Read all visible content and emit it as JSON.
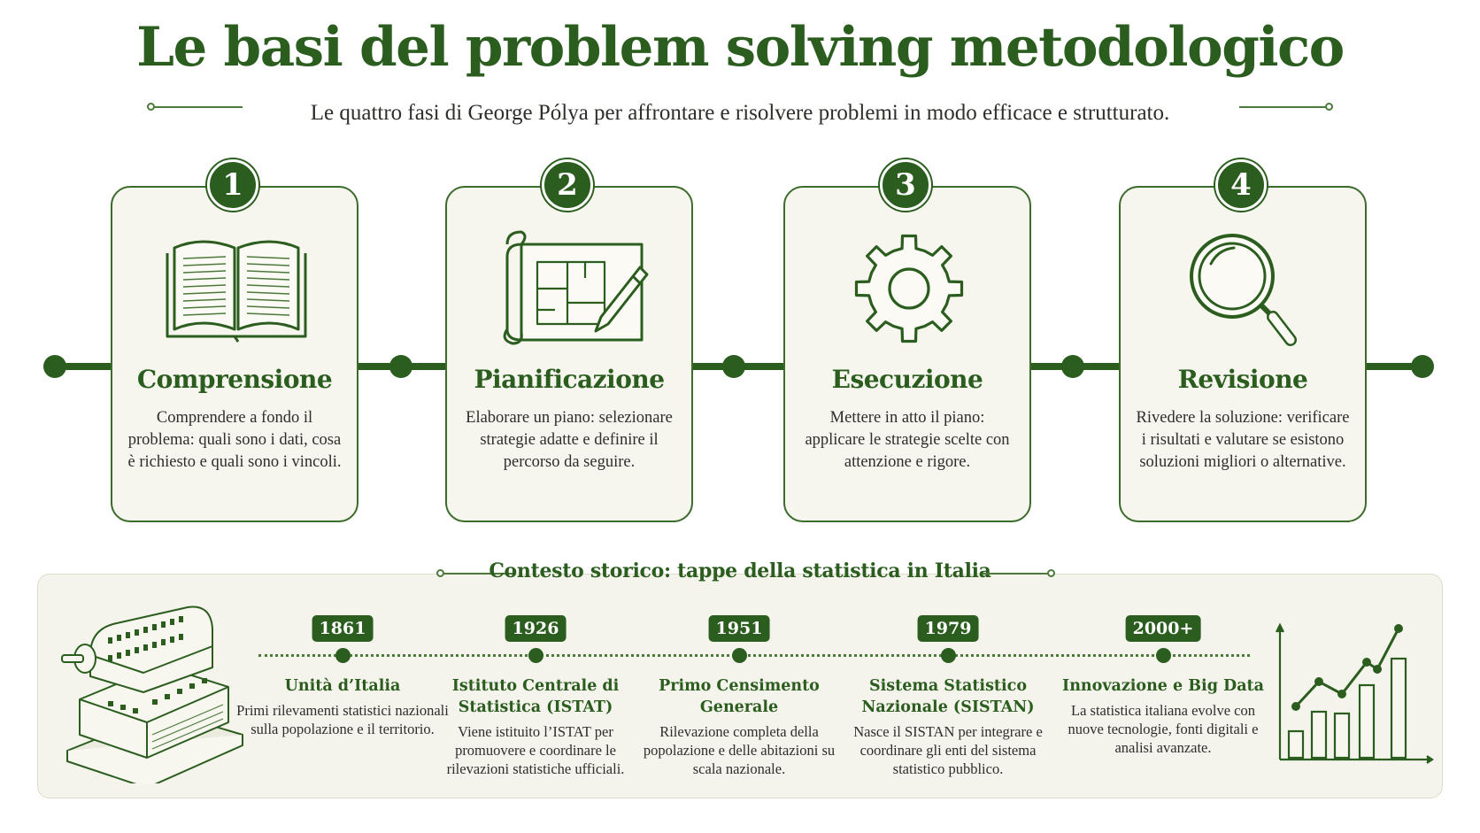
{
  "header": {
    "title": "Le basi del problem solving metodologico",
    "subtitle": "Le quattro fasi di George Pólya per affrontare e risolvere problemi in modo efficace e strutturato."
  },
  "phases": [
    {
      "number": "1",
      "icon": "open-book-icon",
      "title": "Comprensione",
      "text": "Comprendere a fondo il problema: quali sono i dati, cosa è richiesto e quali sono i vincoli."
    },
    {
      "number": "2",
      "icon": "blueprint-pencil-icon",
      "title": "Pianificazione",
      "text": "Elaborare un piano: selezionare strategie adatte e definire il percorso da seguire."
    },
    {
      "number": "3",
      "icon": "gear-icon",
      "title": "Esecuzione",
      "text": "Mettere in atto il piano: applicare le strategie scelte con attenzione e rigore."
    },
    {
      "number": "4",
      "icon": "magnifying-glass-icon",
      "title": "Revisione",
      "text": "Rivedere la soluzione: verificare i risultati e valutare se esistono soluzioni migliori o alternative."
    }
  ],
  "history": {
    "title": "Contesto storico: tappe della statistica in Italia",
    "left_icon": "calculating-machine-icon",
    "right_icon": "growth-chart-icon",
    "events": [
      {
        "year": "1861",
        "title": "Unità d’Italia",
        "text": "Primi rilevamenti statistici nazionali sulla popolazione e il territorio."
      },
      {
        "year": "1926",
        "title": "Istituto Centrale di Statistica (ISTAT)",
        "text": "Viene istituito l’ISTAT per promuovere e coordinare le rilevazioni statistiche ufficiali."
      },
      {
        "year": "1951",
        "title": "Primo Censimento Generale",
        "text": "Rilevazione completa della popolazione e delle abitazioni su scala nazionale."
      },
      {
        "year": "1979",
        "title": "Sistema Statistico Nazionale (SISTAN)",
        "text": "Nasce il SISTAN per integrare e coordinare gli enti del sistema statistico pubblico."
      },
      {
        "year": "2000+",
        "title": "Innovazione e Big Data",
        "text": "La statistica italiana evolve con nuove tecnologie, fonti digitali e analisi avanzate."
      }
    ]
  },
  "colors": {
    "primary_green": "#2b5d1f",
    "card_background": "#f6f5ee",
    "panel_background": "#f4f3ec"
  }
}
